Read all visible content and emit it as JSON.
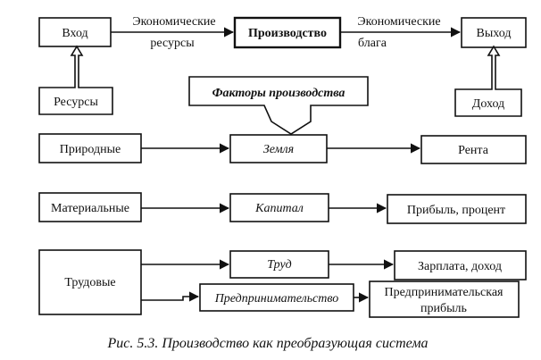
{
  "top": {
    "input": "Вход",
    "resources_flow": [
      "Экономические",
      "ресурсы"
    ],
    "production": "Производство",
    "goods_flow": [
      "Экономические",
      "блага"
    ],
    "output": "Выход"
  },
  "resources": "Ресурсы",
  "factors": "Факторы производства",
  "income": "Доход",
  "rows": {
    "natural": "Природные",
    "land": "Земля",
    "rent": "Рента",
    "material": "Материальные",
    "capital": "Капитал",
    "profit_interest": "Прибыль, процент",
    "labor_res": "Трудовые",
    "labor": "Труд",
    "wage_income": "Зарплата, доход",
    "entrepreneurship": "Предпринимательство",
    "entrepreneurial_profit": [
      "Предпринимательская",
      "прибыль"
    ]
  },
  "caption": "Рис. 5.3. Производство как преобразующая система"
}
